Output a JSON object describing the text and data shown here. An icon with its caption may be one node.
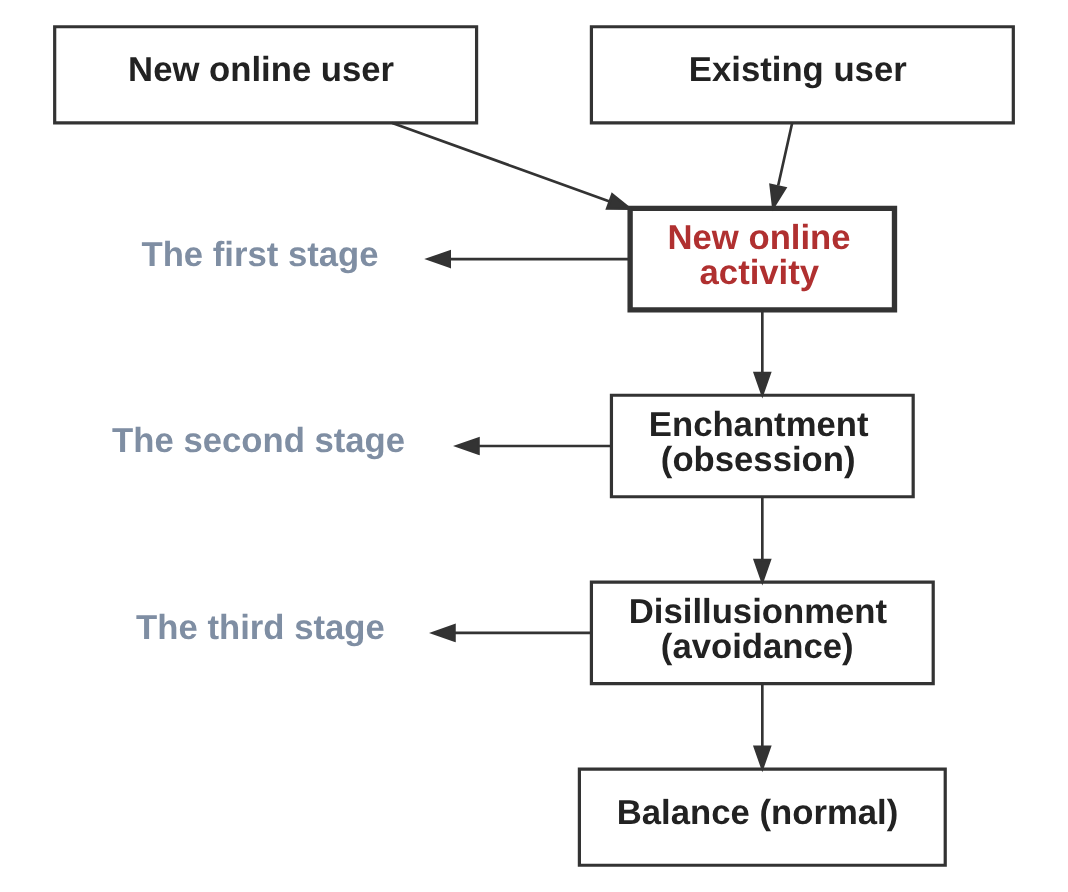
{
  "diagram": {
    "nodes": [
      {
        "text": [
          "New online user"
        ]
      },
      {
        "text": [
          "Existing user"
        ]
      },
      {
        "text": [
          "New online activity"
        ]
      },
      {
        "text": [
          "Enchantment (obsession)"
        ]
      },
      {
        "text": [
          "Disillusionment (avoidance)"
        ]
      },
      {
        "text": [
          "Balance (normal)"
        ]
      },
      {
        "text": [
          "The first stage"
        ]
      },
      {
        "text": [
          "The second stage"
        ]
      },
      {
        "text": [
          "The third stage"
        ]
      }
    ],
    "edges": [
      {
        "from": 0,
        "to": 2,
        "arrow": "to"
      },
      {
        "from": 1,
        "to": 2,
        "arrow": "to"
      },
      {
        "from": 2,
        "to": 3,
        "arrow": "to"
      },
      {
        "from": 3,
        "to": 4,
        "arrow": "to"
      },
      {
        "from": 4,
        "to": 5,
        "arrow": "to"
      },
      {
        "from": 2,
        "to": 6,
        "arrow": "to"
      },
      {
        "from": 3,
        "to": 7,
        "arrow": "to"
      },
      {
        "from": 4,
        "to": 8,
        "arrow": "to"
      }
    ]
  }
}
